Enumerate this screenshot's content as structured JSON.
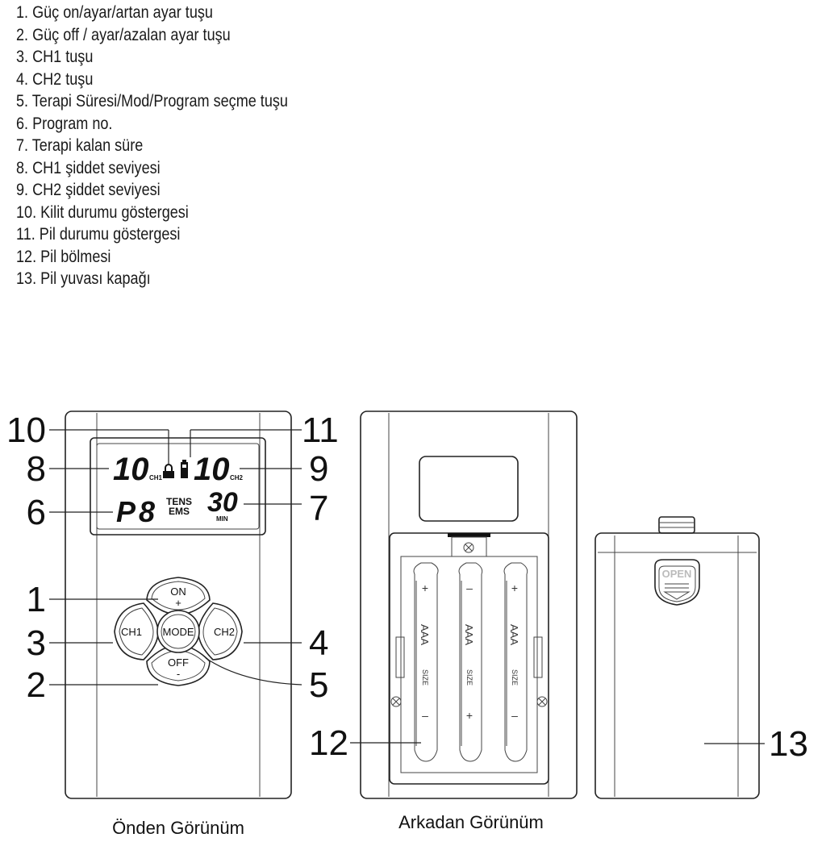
{
  "legend": [
    "1. Güç on/ayar/artan ayar tuşu",
    "2. Güç off / ayar/azalan ayar tuşu",
    "3. CH1 tuşu",
    "4. CH2 tuşu",
    "5. Terapi Süresi/Mod/Program seçme tuşu",
    "6. Program no.",
    "7. Terapi kalan süre",
    "8. CH1 şiddet seviyesi",
    "9. CH2 şiddet seviyesi",
    "10.  Kilit durumu göstergesi",
    "11.  Pil durumu göstergesi",
    "12.  Pil bölmesi",
    "13.  Pil yuvası kapağı"
  ],
  "callouts": {
    "c1": "1",
    "c2": "2",
    "c3": "3",
    "c4": "4",
    "c5": "5",
    "c6": "6",
    "c7": "7",
    "c8": "8",
    "c9": "9",
    "c10": "10",
    "c11": "11",
    "c12": "12",
    "c13": "13"
  },
  "lcd": {
    "ch1_level": "10",
    "ch1_label": "CH1",
    "ch2_level": "10",
    "ch2_label": "CH2",
    "program_prefix": "P",
    "program_no": "8",
    "mode_tens": "TENS",
    "mode_ems": "EMS",
    "time": "30",
    "time_unit": "MIN"
  },
  "buttons": {
    "on_label": "ON",
    "on_sign": "+",
    "off_label": "OFF",
    "off_sign": "-",
    "ch1": "CH1",
    "ch2": "CH2",
    "mode": "MODE"
  },
  "battery": {
    "size_label": "AAA",
    "size_sub": "SIZE",
    "plus": "+",
    "minus": "–"
  },
  "cover": {
    "open_label": "OPEN"
  },
  "captions": {
    "front": "Önden Görünüm",
    "back": "Arkadan Görünüm"
  }
}
